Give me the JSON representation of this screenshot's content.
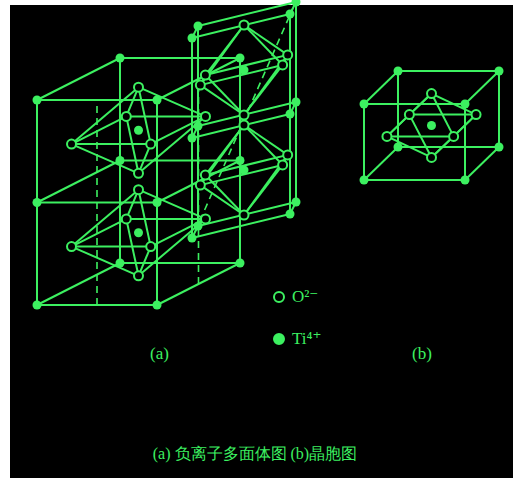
{
  "diagram": {
    "caption": "(a) 负离子多面体图  (b)晶胞图",
    "labels": [
      "(a)",
      "(b)"
    ],
    "legend": [
      {
        "text": "O²⁻"
      },
      {
        "text": "Ti⁴⁺"
      }
    ]
  }
}
